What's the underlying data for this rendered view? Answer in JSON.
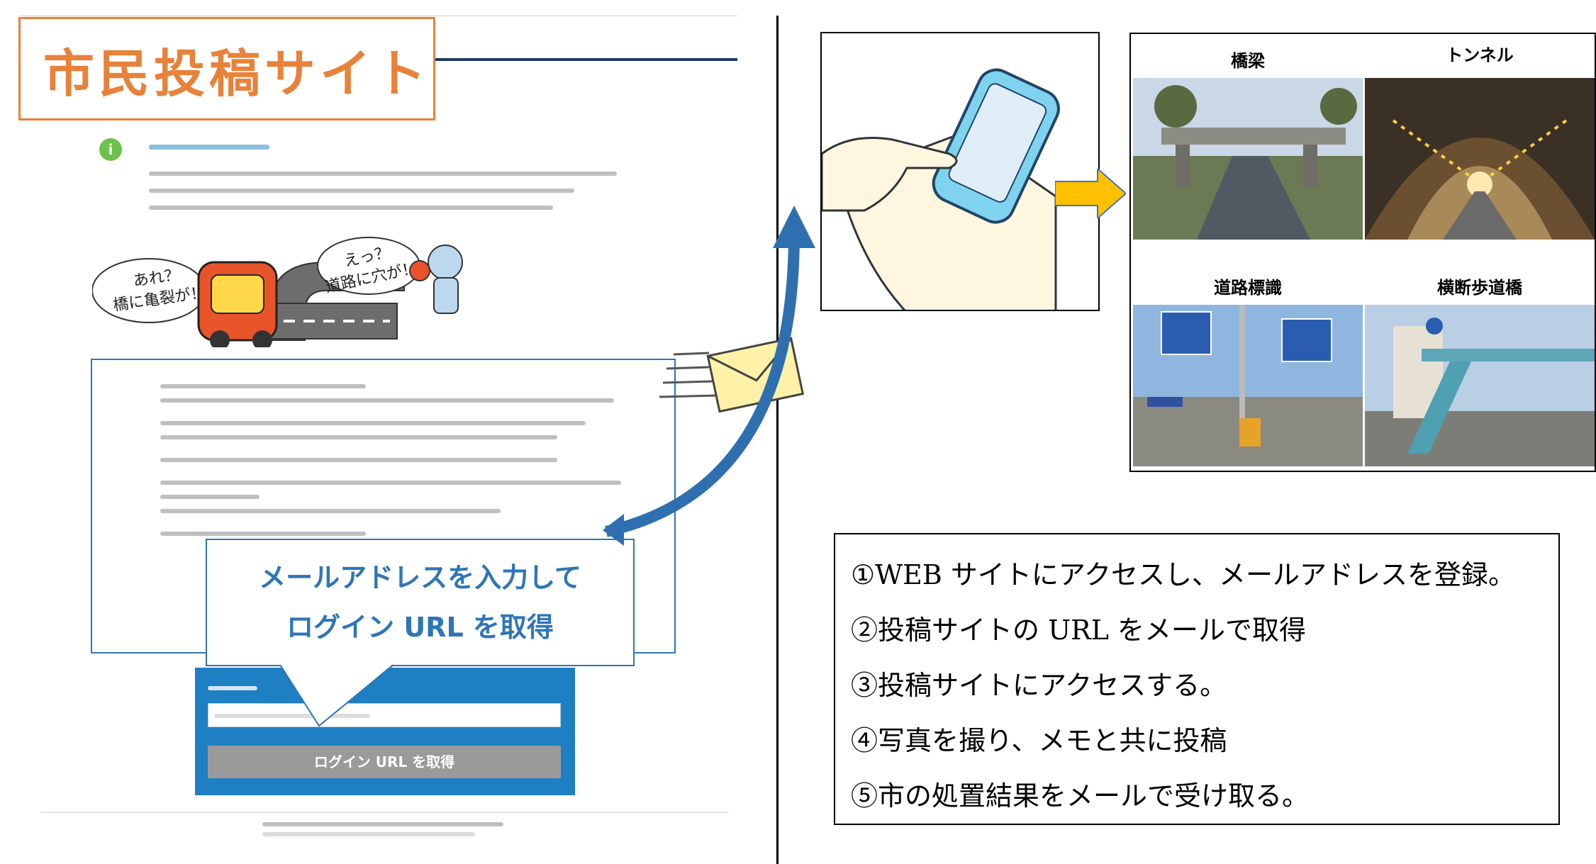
{
  "site": {
    "title": "市民投稿サイト",
    "login_button_label": "ログイン URL を取得"
  },
  "callout": {
    "line1": "メールアドレスを入力して",
    "line2": "ログイン URL を取得"
  },
  "speech": {
    "left": [
      "あれ？",
      "橋に亀裂が！"
    ],
    "right": [
      "えっ？",
      "道路に穴が！"
    ]
  },
  "photos": [
    {
      "label": "橋梁"
    },
    {
      "label": "トンネル"
    },
    {
      "label": "道路標識"
    },
    {
      "label": "横断歩道橋"
    }
  ],
  "steps": [
    "①WEB サイトにアクセスし、メールアドレスを登録。",
    "②投稿サイトの URL をメールで取得",
    "③投稿サイトにアクセスする。",
    "④写真を撮り、メモと共に投稿",
    "⑤市の処置結果をメールで受け取る。"
  ],
  "colors": {
    "title_orange": "#e8823a",
    "accent_blue": "#2e75b6",
    "panel_blue": "#1e7fc2",
    "arrow_orange": "#ffc000"
  }
}
